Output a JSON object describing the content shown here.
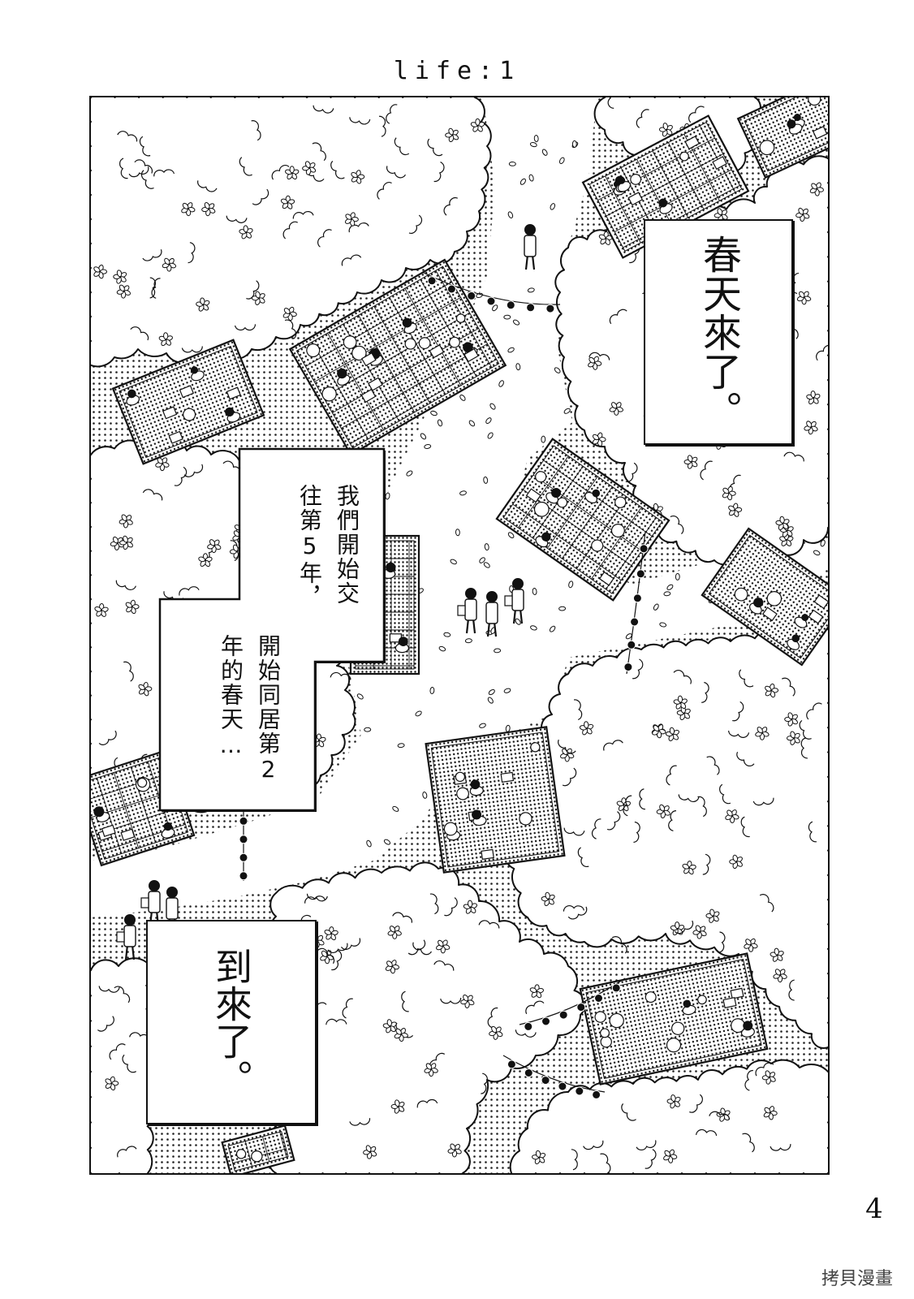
{
  "header": {
    "title": "life:1"
  },
  "captions": {
    "top_right": "春天來了。",
    "middle_upper": [
      "我們開始交",
      "往第5年，"
    ],
    "middle_lower": [
      "開始同居第2",
      "年的春天…"
    ],
    "bottom_left": "到來了。"
  },
  "footer": {
    "page_number": "4",
    "watermark": "拷貝漫畫"
  }
}
